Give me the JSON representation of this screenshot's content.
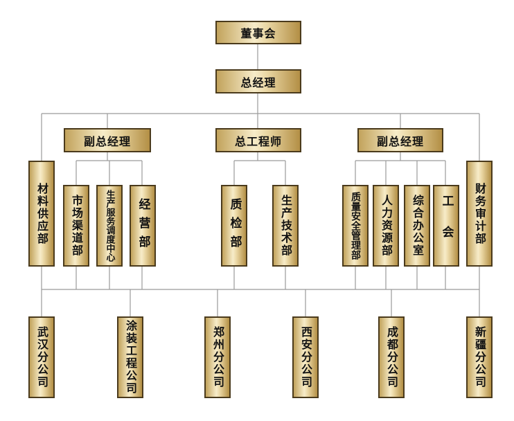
{
  "chairman": "董事会",
  "gm": "总经理",
  "vp_left": "副总经理",
  "chief_engineer": "总工程师",
  "vp_right": "副总经理",
  "depts": {
    "materials": "材料供应部",
    "market": "市场渠道部",
    "service": "生产服务调度中心",
    "operations": "经营部",
    "quality": "质检部",
    "production": "生产技术部",
    "safety": "质量安全管理部",
    "hr": "人力资源部",
    "office": "综合办公室",
    "union": "工会",
    "finance": "财务审计部"
  },
  "branches": {
    "wuhan": "武汉分公司",
    "coating": "涂装工程公司",
    "zhengzhou": "郑州分公司",
    "xian": "西安分公司",
    "chengdu": "成都分公司",
    "xinjiang": "新疆分公司"
  }
}
